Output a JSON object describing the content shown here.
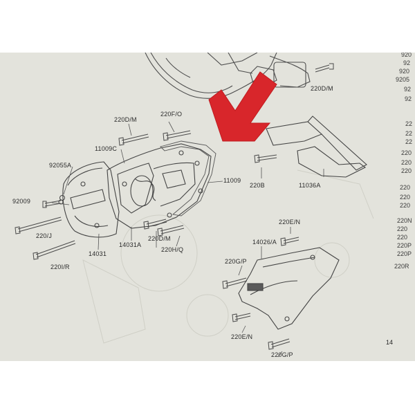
{
  "diagram": {
    "part_labels": [
      "220D/M",
      "220F/O",
      "11009C",
      "92055A",
      "92009",
      "220/J",
      "220I/R",
      "14031",
      "14031A",
      "220D/M",
      "220H/Q",
      "11009",
      "220B",
      "11036A",
      "220E/N",
      "14026/A",
      "220G/P",
      "220E/N",
      "220G/P",
      "220D/M"
    ],
    "right_margin_labels": [
      "920",
      "92",
      "920",
      "9205",
      "92",
      "92",
      "22",
      "22",
      "22",
      "220",
      "220",
      "220",
      "220",
      "220",
      "220",
      "220N",
      "220",
      "220",
      "220P",
      "220P",
      "220R"
    ],
    "page_number": "14",
    "colors": {
      "paper": "#e3e3dc",
      "line": "#4a4a4a",
      "arrow": "#d8262b"
    }
  }
}
